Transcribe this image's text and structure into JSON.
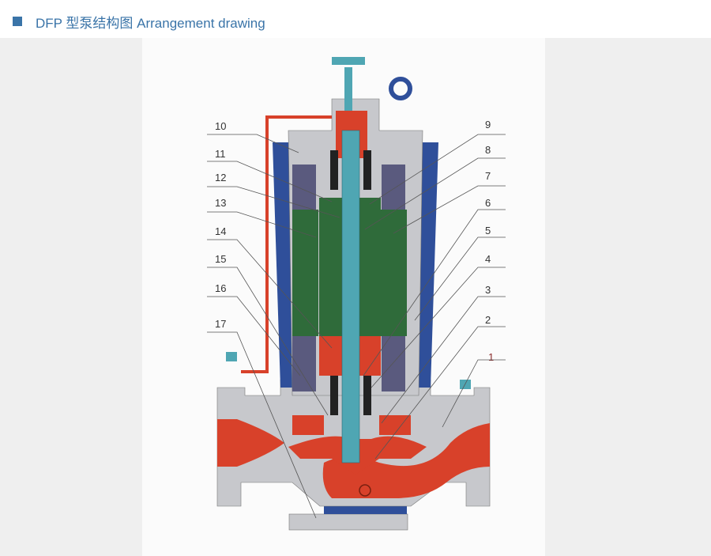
{
  "header": {
    "title": "DFP 型泵结构图 Arrangement drawing"
  },
  "diagram": {
    "left_labels": [
      "10",
      "11",
      "12",
      "13",
      "14",
      "15",
      "16",
      "17"
    ],
    "right_labels": [
      "9",
      "8",
      "7",
      "6",
      "5",
      "4",
      "3",
      "2",
      "1"
    ],
    "colors": {
      "housing": "#c7c8cc",
      "casing_blue": "#2f4f9a",
      "stator_green": "#2f6b3a",
      "fluid_red": "#d8412a",
      "shaft": "#4fa6b3"
    }
  }
}
